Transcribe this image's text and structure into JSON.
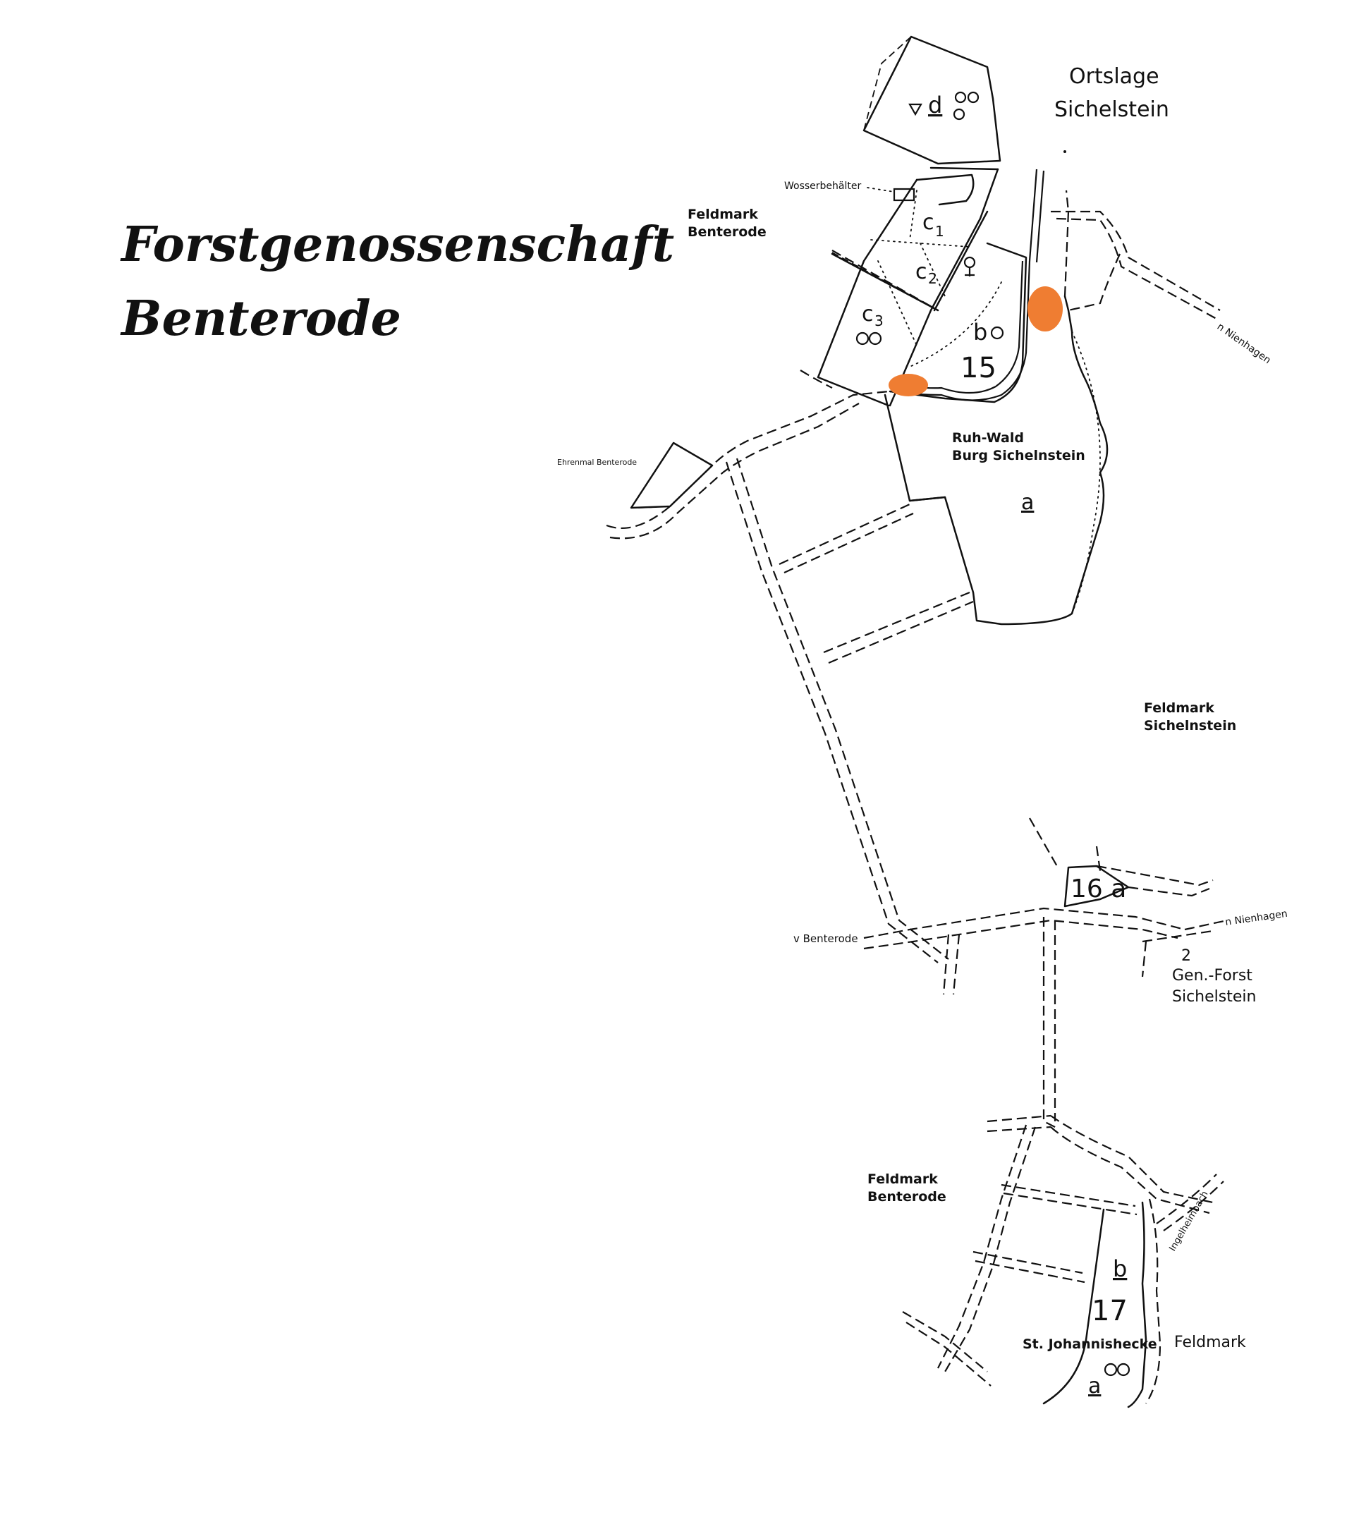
{
  "title": {
    "line1": "Forstgenossenschaft",
    "line2": "Benterode"
  },
  "labels": {
    "ortslage": "Ortslage",
    "sichelstein_town": "Sichelstein",
    "feldmark_top": "Feldmark",
    "benterode_top": "Benterode",
    "wasserbehaelter": "Wosserbehälter",
    "ehrenmal": "Ehrenmal Benterode",
    "ruh_wald": "Ruh-Wald",
    "burg": "Burg Sichelnstein",
    "feldmark_mid": "Feldmark",
    "sichelnstein_mid": "Sichelnstein",
    "v_benterode": "v Benterode",
    "n_nienhagen_top": "n Nienhagen",
    "n_nienhagen_mid": "n Nienhagen",
    "gen_no": "2",
    "gen_forst": "Gen.-Forst",
    "gen_sichelstein": "Sichelstein",
    "feldmark_bottom": "Feldmark",
    "benterode_bottom": "Benterode",
    "ingelheimbach": "Ingelheimbach",
    "st_johannishecke": "St. Johannishecke",
    "feldmark_right": "Feldmark"
  },
  "parcels": {
    "d": "d",
    "c1": "c",
    "c1_sub": "1",
    "c2": "c",
    "c2_sub": "2",
    "c3": "c",
    "c3_sub": "3",
    "b15": "b",
    "n15": "15",
    "a15": "a",
    "n16a": "16 a",
    "b17": "b",
    "n17": "17",
    "a17": "a"
  },
  "colors": {
    "line": "#111111",
    "marker": "#ef7d32",
    "background": "#ffffff"
  },
  "icons": {
    "triangle": "triangle-symbol-icon",
    "deciduous": "deciduous-tree-symbol-icon",
    "conifer": "conifer-symbol-icon"
  }
}
